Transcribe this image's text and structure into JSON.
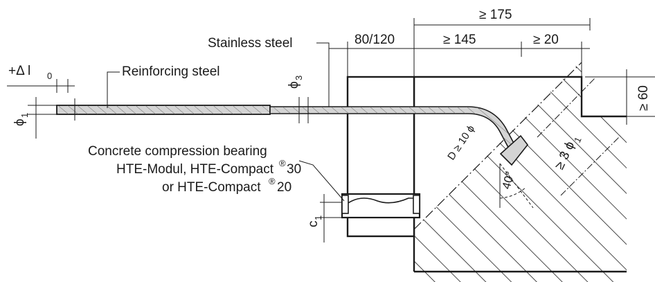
{
  "labels": {
    "stainless_steel": "Stainless steel",
    "reinforcing_steel": "Reinforcing steel",
    "bearing_line1": "Concrete compression bearing",
    "bearing_line2_a": "HTE-Modul, HTE-Compact",
    "bearing_line2_b": "30",
    "bearing_line3_a": "or HTE-Compact",
    "bearing_line3_b": "20",
    "registered": "®"
  },
  "dimensions": {
    "top_total": "≥ 175",
    "width_80_120": "80/120",
    "width_145": "≥ 145",
    "width_20": "≥ 20",
    "height_60": "≥ 60",
    "delta_l": "+Δ l",
    "delta_l_sub": "0",
    "phi1": "ϕ",
    "phi1_sub": "1",
    "phi3": "ϕ",
    "phi3_sub": "3",
    "bend_radius": "D ≥ 10 ϕ",
    "anchor_len": "≥ 3 ϕ",
    "anchor_len_sub": "1",
    "angle": "40°",
    "cover": "c",
    "cover_sub": "1"
  },
  "colors": {
    "line": "#1a1a1a",
    "bar_fill": "#d4d4d4",
    "background": "#ffffff"
  }
}
